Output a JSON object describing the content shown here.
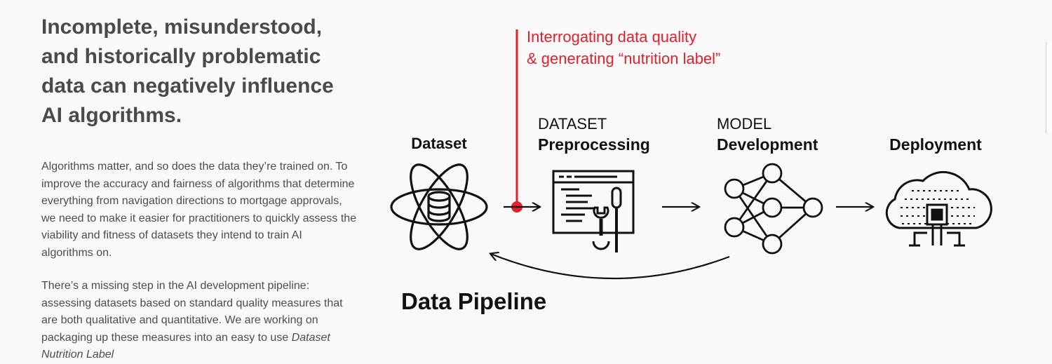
{
  "article": {
    "headline": "Incomplete, misunderstood, and historically problematic data can negatively influence AI algorithms.",
    "paragraph1": "Algorithms matter, and so does the data they’re trained on. To improve the accuracy and fairness of algorithms that determine everything from navigation directions to mortgage approvals, we need to make it easier for practitioners to quickly assess the viability and fitness of datasets they intend to train AI algorithms on.",
    "paragraph2": "There’s a missing step in the AI development pipeline: assessing datasets based on standard quality measures that are both qualitative and quantitative. We are working on packaging up these measures into an easy to use",
    "paragraph2_link": "Dataset Nutrition Label"
  },
  "diagram": {
    "callout_line1": "Interrogating data quality",
    "callout_line2": "& generating “nutrition label”",
    "stage_dataset_title": "Dataset",
    "stage_preprocessing_caption": "DATASET",
    "stage_preprocessing_title": "Preprocessing",
    "stage_model_caption": "MODEL",
    "stage_model_title": "Development",
    "stage_deployment_title": "Deployment",
    "pipeline_title": "Data Pipeline",
    "accent_color": "#e0212b",
    "ink_color": "#111111",
    "icons": [
      "atom-database-icon",
      "code-tools-icon",
      "neural-network-icon",
      "cloud-chip-icon"
    ]
  }
}
